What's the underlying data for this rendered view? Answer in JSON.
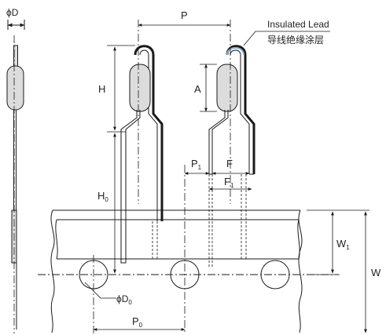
{
  "labels": {
    "phi_d": "ϕD",
    "p": "P",
    "h": "H",
    "a": "A",
    "h0_main": "H",
    "h0_sub": "0",
    "p1_main": "P",
    "p1_sub": "1",
    "f": "F",
    "f1_main": "F",
    "f1_sub": "1",
    "w1_main": "W",
    "w1_sub": "1",
    "w": "W",
    "phi_d0_main": "ϕD",
    "phi_d0_sub": "0",
    "p0_main": "P",
    "p0_sub": "0"
  },
  "callout": {
    "english": "Insulated Lead",
    "chinese": "导线绝缘涂层"
  },
  "colors": {
    "line": "#1a1a1a",
    "component_fill": "#dcdcdc",
    "insulation": "#8fb3d6"
  }
}
